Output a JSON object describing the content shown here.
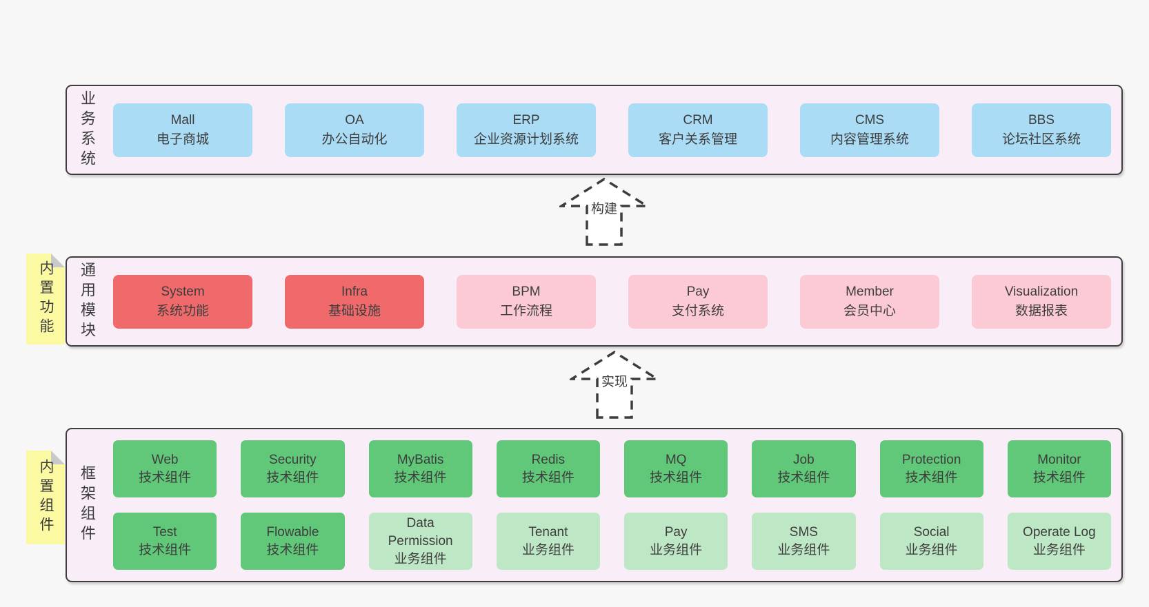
{
  "palette": {
    "canvas_bg": "#f7f7f7",
    "container_bg": "#f9eef7",
    "container_border": "#3e3e3e",
    "text": "#3d3d3d",
    "blue": "#abdcf5",
    "red": "#f0696b",
    "pink": "#fccad4",
    "green": "#60c878",
    "light_green": "#bee7c6",
    "sticky_yellow": "#fbfaa3",
    "fold_gray": "#c9c9c9",
    "arrow_fill": "#ffffff"
  },
  "stickies": [
    {
      "text": "内置功能"
    },
    {
      "text": "内置组件"
    }
  ],
  "arrows": [
    {
      "label": "构建"
    },
    {
      "label": "实现"
    }
  ],
  "bands": [
    {
      "label": "业务系统",
      "boxes": [
        {
          "en": "Mall",
          "zh": "电子商城",
          "variant": "blue"
        },
        {
          "en": "OA",
          "zh": "办公自动化",
          "variant": "blue"
        },
        {
          "en": "ERP",
          "zh": "企业资源计划系统",
          "variant": "blue"
        },
        {
          "en": "CRM",
          "zh": "客户关系管理",
          "variant": "blue"
        },
        {
          "en": "CMS",
          "zh": "内容管理系统",
          "variant": "blue"
        },
        {
          "en": "BBS",
          "zh": "论坛社区系统",
          "variant": "blue"
        }
      ]
    },
    {
      "label": "通用模块",
      "boxes": [
        {
          "en": "System",
          "zh": "系统功能",
          "variant": "red"
        },
        {
          "en": "Infra",
          "zh": "基础设施",
          "variant": "red"
        },
        {
          "en": "BPM",
          "zh": "工作流程",
          "variant": "pink"
        },
        {
          "en": "Pay",
          "zh": "支付系统",
          "variant": "pink"
        },
        {
          "en": "Member",
          "zh": "会员中心",
          "variant": "pink"
        },
        {
          "en": "Visualization",
          "zh": "数据报表",
          "variant": "pink"
        }
      ]
    },
    {
      "label": "框架组件",
      "rows": [
        [
          {
            "en": "Web",
            "zh": "技术组件",
            "variant": "green"
          },
          {
            "en": "Security",
            "zh": "技术组件",
            "variant": "green"
          },
          {
            "en": "MyBatis",
            "zh": "技术组件",
            "variant": "green"
          },
          {
            "en": "Redis",
            "zh": "技术组件",
            "variant": "green"
          },
          {
            "en": "MQ",
            "zh": "技术组件",
            "variant": "green"
          },
          {
            "en": "Job",
            "zh": "技术组件",
            "variant": "green"
          },
          {
            "en": "Protection",
            "zh": "技术组件",
            "variant": "green"
          },
          {
            "en": "Monitor",
            "zh": "技术组件",
            "variant": "green"
          }
        ],
        [
          {
            "en": "Test",
            "zh": "技术组件",
            "variant": "green"
          },
          {
            "en": "Flowable",
            "zh": "技术组件",
            "variant": "green"
          },
          {
            "en": "Data Permission",
            "zh": "业务组件",
            "variant": "light-green"
          },
          {
            "en": "Tenant",
            "zh": "业务组件",
            "variant": "light-green"
          },
          {
            "en": "Pay",
            "zh": "业务组件",
            "variant": "light-green"
          },
          {
            "en": "SMS",
            "zh": "业务组件",
            "variant": "light-green"
          },
          {
            "en": "Social",
            "zh": "业务组件",
            "variant": "light-green"
          },
          {
            "en": "Operate Log",
            "zh": "业务组件",
            "variant": "light-green"
          }
        ]
      ]
    }
  ]
}
